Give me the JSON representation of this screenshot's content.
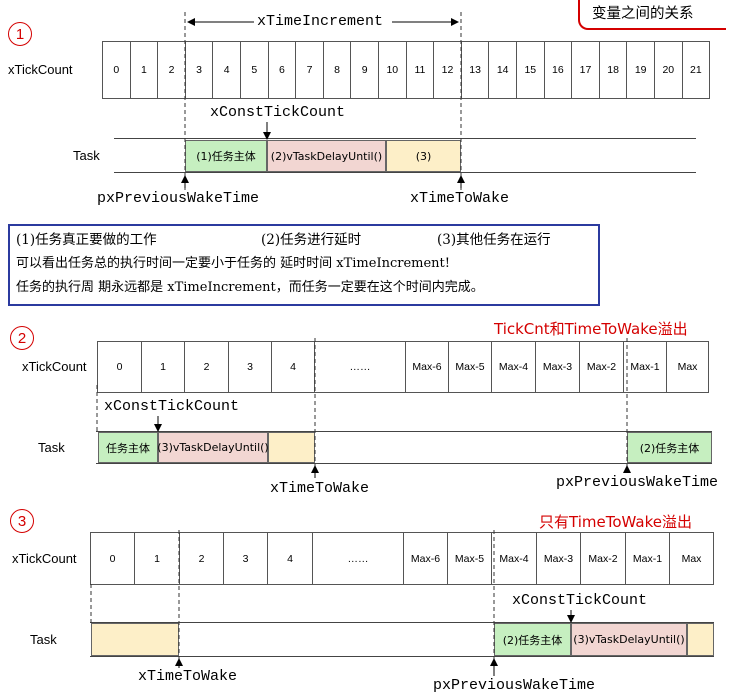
{
  "title_badge": "变量之间的关系",
  "row_labels": {
    "tick": "xTickCount",
    "task": "Task"
  },
  "sec1": {
    "num": "1",
    "increment_label": "xTimeIncrement",
    "const_label": "xConstTickCount",
    "prev_label": "pxPreviousWakeTime",
    "wake_label": "xTimeToWake",
    "ticks": [
      "0",
      "1",
      "2",
      "3",
      "4",
      "5",
      "6",
      "7",
      "8",
      "9",
      "10",
      "11",
      "12",
      "13",
      "14",
      "15",
      "16",
      "17",
      "18",
      "19",
      "20",
      "21"
    ],
    "segs": [
      "(1)任务主体",
      "(2)vTaskDelayUntil()",
      "(3)"
    ]
  },
  "info": {
    "line1a": "(1)任务真正要做的工作",
    "line1b": "(2)任务进行延时",
    "line1c": "(3)其他任务在运行",
    "line2": "可以看出任务总的执行时间一定要小于任务的 延时时间 xTimeIncrement!",
    "line3": "任务的执行周 期永远都是 xTimeIncrement，而任务一定要在这个时间内完成。"
  },
  "sec2": {
    "num": "2",
    "title": "TickCnt和TimeToWake溢出",
    "const_label": "xConstTickCount",
    "wake_label": "xTimeToWake",
    "prev_label": "pxPreviousWakeTime",
    "ticks": [
      "0",
      "1",
      "2",
      "3",
      "4",
      "……",
      "Max-6",
      "Max-5",
      "Max-4",
      "Max-3",
      "Max-2",
      "Max-1",
      "Max"
    ],
    "segs": [
      "任务主体",
      "(3)vTaskDelayUntil()",
      "",
      "(2)任务主体"
    ]
  },
  "sec3": {
    "num": "3",
    "title": "只有TimeToWake溢出",
    "const_label": "xConstTickCount",
    "wake_label": "xTimeToWake",
    "prev_label": "pxPreviousWakeTime",
    "ticks": [
      "0",
      "1",
      "2",
      "3",
      "4",
      "……",
      "Max-6",
      "Max-5",
      "Max-4",
      "Max-3",
      "Max-2",
      "Max-1",
      "Max"
    ],
    "segs": [
      "",
      "(2)任务主体",
      "(3)vTaskDelayUntil()",
      ""
    ]
  }
}
